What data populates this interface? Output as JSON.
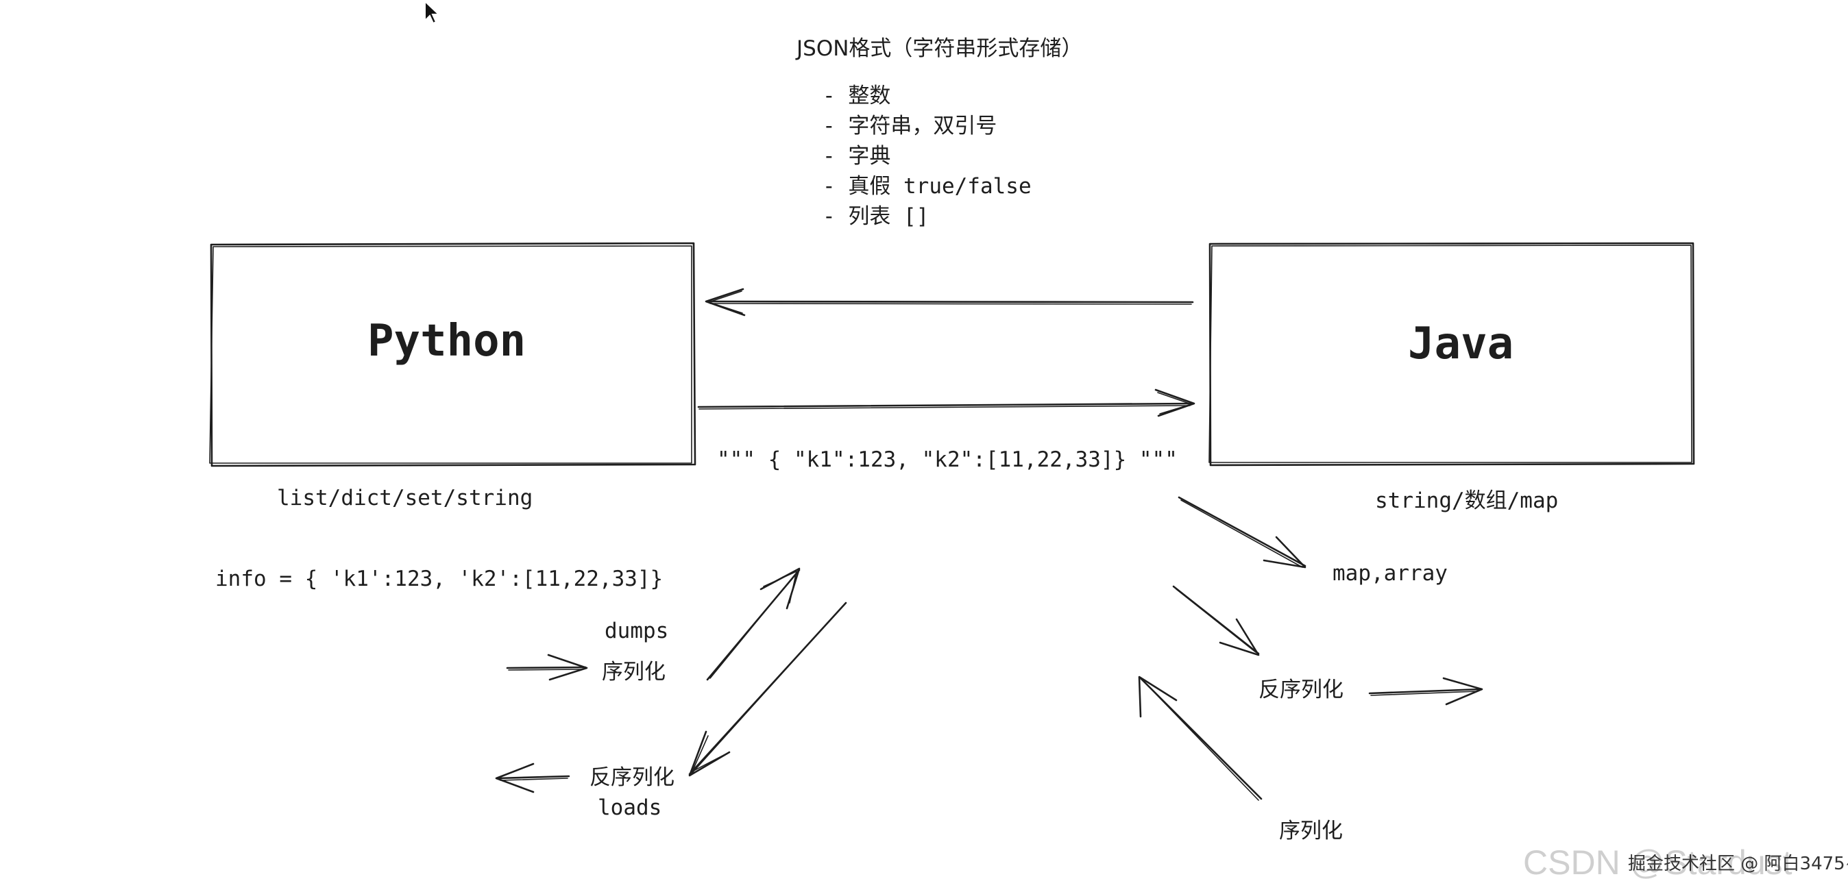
{
  "header": {
    "title": "JSON格式（字符串形式存储）"
  },
  "json_types": [
    "- 整数",
    "- 字符串，双引号",
    "- 字典",
    "- 真假 true/false",
    "- 列表 []"
  ],
  "python_box": {
    "title": "Python",
    "types": "list/dict/set/string"
  },
  "java_box": {
    "title": "Java",
    "types": "string/数组/map"
  },
  "json_string": "\"\"\" { \"k1\":123, \"k2\":[11,22,33]} \"\"\"",
  "python_side": {
    "code": "info = { 'k1':123, 'k2':[11,22,33]}",
    "dumps": "dumps",
    "serialize": "序列化",
    "deserialize": "反序列化",
    "loads": "loads"
  },
  "java_side": {
    "map_array": "map,array",
    "deserialize": "反序列化",
    "serialize": "序列化"
  },
  "watermark": {
    "csdn": "CSDN @Stardust",
    "juejin": "掘金技术社区 @ 阿白3475~"
  },
  "colors": {
    "stroke": "#1e1e1e",
    "background": "#ffffff"
  }
}
